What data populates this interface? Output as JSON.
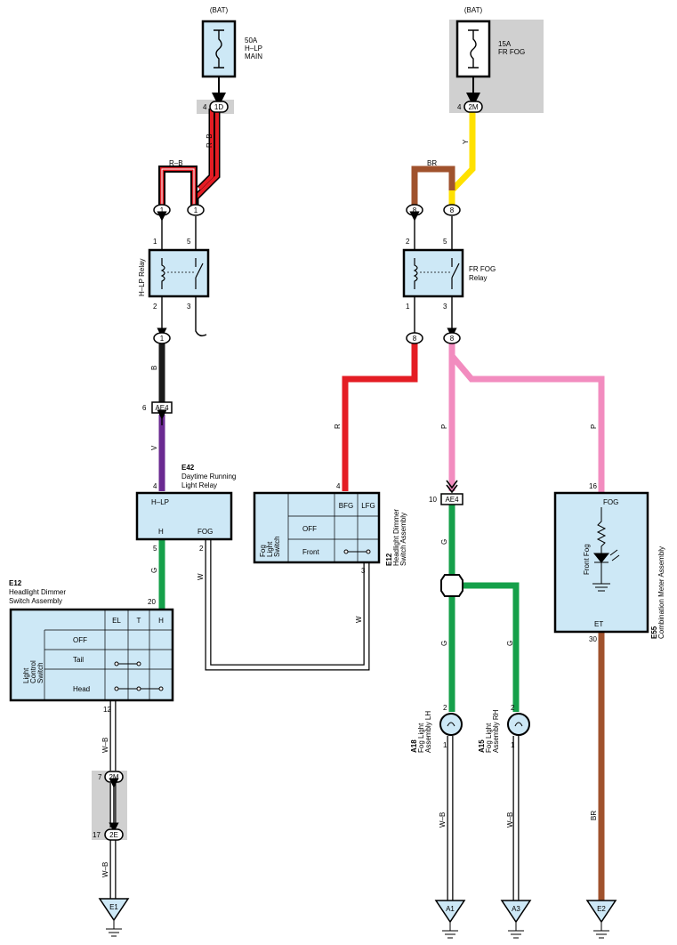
{
  "fuse_main": {
    "source": "(BAT)",
    "rating": "50A",
    "name1": "H–LP",
    "name2": "MAIN",
    "pin": "4",
    "connector": "1D"
  },
  "fuse_fog": {
    "source": "(BAT)",
    "rating": "15A",
    "name": "FR FOG",
    "pin": "4",
    "connector": "2M"
  },
  "hlp_relay": {
    "name": "H–LP Relay",
    "pin1": "1",
    "pin5": "5",
    "pin2": "2",
    "pin3": "3",
    "conn": "1"
  },
  "fog_relay": {
    "name1": "FR FOG",
    "name2": "Relay",
    "pin2": "2",
    "pin5": "5",
    "pin1": "1",
    "pin3": "3",
    "conn": "8"
  },
  "wires": {
    "rb_a": "R–B",
    "rb_b": "R–B",
    "y": "Y",
    "br_top": "BR",
    "b": "B",
    "v": "V",
    "r": "R",
    "p1": "P",
    "p2": "P",
    "g1": "G",
    "w1": "W",
    "w2": "W",
    "g_drl": "G",
    "g2": "G",
    "g3": "G",
    "wb1": "W–B",
    "wb2": "W–B",
    "wb3": "W–B",
    "wb4": "W–B",
    "br_bottom": "BR"
  },
  "ae4_left": {
    "pin": "6",
    "label": "AE4"
  },
  "ae4_right": {
    "pin": "10",
    "label": "AE4"
  },
  "drl_relay": {
    "code": "E42",
    "name1": "Daytime Running",
    "name2": "Light Relay",
    "pin4": "4",
    "pin5": "5",
    "pin2": "2",
    "term_hlp": "H–LP",
    "term_h": "H",
    "term_fog": "FOG"
  },
  "dimmer_left": {
    "code": "E12",
    "name1": "Headlight Dimmer",
    "name2": "Switch Assembly",
    "pin20": "20",
    "pin12": "12",
    "cols": [
      "EL",
      "T",
      "H"
    ],
    "rows": [
      "OFF",
      "Tail",
      "Head"
    ],
    "side1": "Light",
    "side2": "Control",
    "side3": "Switch"
  },
  "dimmer_fog": {
    "code": "E12",
    "name1": "Headlight Dimmer",
    "name2": "Switch Assembly",
    "pin4": "4",
    "pin3": "3",
    "cols": [
      "BFG",
      "LFG"
    ],
    "rows": [
      "OFF",
      "Front"
    ],
    "side1": "Fog",
    "side2": "Light",
    "side3": "Switch"
  },
  "meter": {
    "code": "E55",
    "name": "Combination Meter Assembly",
    "pin16": "16",
    "pin30": "30",
    "term_fog": "FOG",
    "term_et": "ET",
    "lamp": "Front Fog"
  },
  "fog_lh": {
    "code": "A18",
    "name1": "Fog Light",
    "name2": "Assembly LH",
    "pin2": "2",
    "pin1": "1"
  },
  "fog_rh": {
    "code": "A15",
    "name1": "Fog Light",
    "name2": "Assembly RH",
    "pin2": "2",
    "pin1": "1"
  },
  "conn_2m_low": {
    "pin": "7",
    "label": "2M"
  },
  "conn_2e": {
    "pin": "17",
    "label": "2E"
  },
  "grounds": {
    "e1": "E1",
    "a1": "A1",
    "a3": "A3",
    "e2": "E2"
  },
  "colors": {
    "red": "#e41d24",
    "black": "#1a1a1a",
    "brown": "#a0522d",
    "yellow": "#ffe100",
    "purple": "#6a2a91",
    "green": "#15a04a",
    "pink": "#f28cbf",
    "panel": "#cde8f6",
    "shade": "#d0d0d0"
  }
}
